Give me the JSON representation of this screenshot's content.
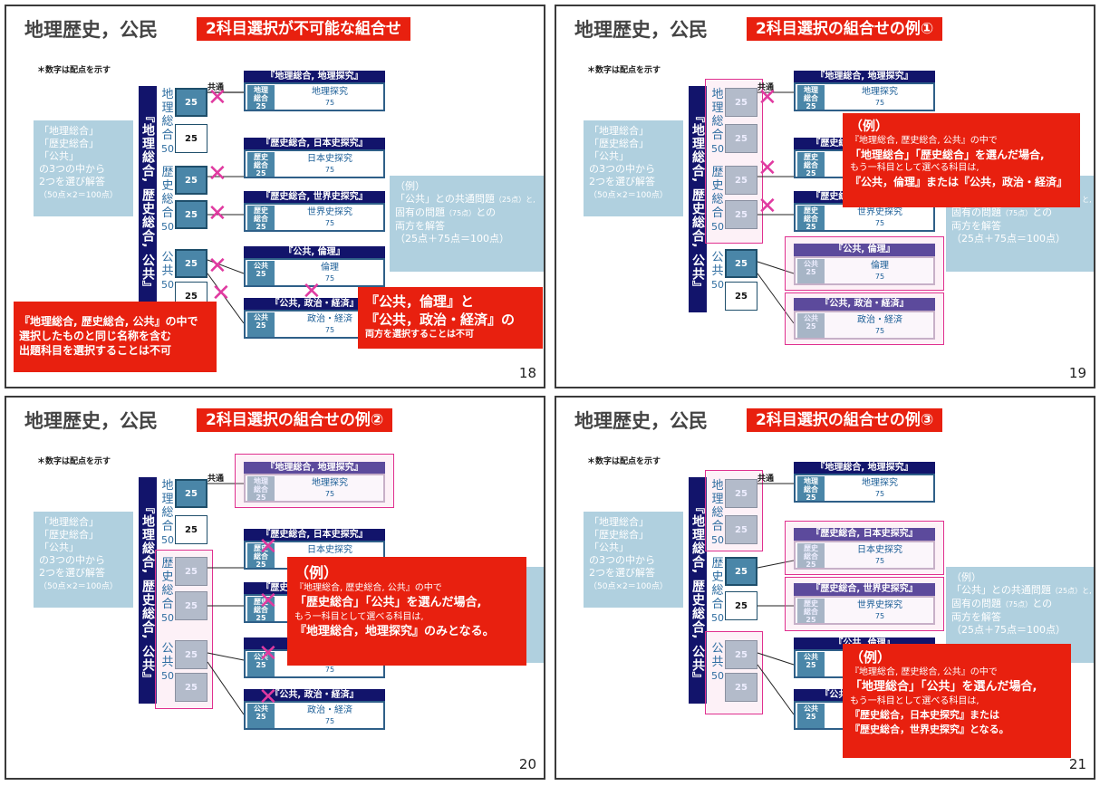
{
  "common": {
    "title": "地理歴史，公民",
    "note": "＊数字は配点を示す",
    "left_box": [
      "「地理総合」",
      "「歴史総合」",
      "「公共」",
      "の3つの中から",
      "2つを選び解答"
    ],
    "left_box_small": "（50点×2＝100点）",
    "vertical_bar": "『地理総合, 歴史総合, 公共』",
    "group_geo": "地理総合",
    "group_his": "歴史総合",
    "group_civ": "公共",
    "fifty": "50",
    "score25": "25",
    "kyotsu": "共通",
    "subjects": [
      {
        "header": "『地理総合, 地理探究』",
        "sub1": "地理",
        "sub2": "総合",
        "name": "地理探究",
        "points": "75"
      },
      {
        "header": "『歴史総合, 日本史探究』",
        "sub1": "歴史",
        "sub2": "総合",
        "name": "日本史探究",
        "points": "75"
      },
      {
        "header": "『歴史総合, 世界史探究』",
        "sub1": "歴史",
        "sub2": "総合",
        "name": "世界史探究",
        "points": "75"
      },
      {
        "header": "『公共, 倫理』",
        "sub1": "公共",
        "sub2": "",
        "name": "倫理",
        "points": "75"
      },
      {
        "header": "『公共, 政治・経済』",
        "sub1": "公共",
        "sub2": "",
        "name": "政治・経済",
        "points": "75"
      }
    ],
    "right_box": [
      "（例）",
      "「公共」との共通問題",
      "固有の問題",
      "との",
      "両方を解答",
      "（25点＋75点＝100点）"
    ],
    "right_small_1": "（25点）と,",
    "right_small_2": "（75点）"
  },
  "slides": [
    {
      "page": "18",
      "badge": "2科目選択が不可能な組合せ",
      "callout_left": [
        "『地理総合, 歴史総合, 公共』の中で",
        "選択したものと同じ名称を含む",
        "出題科目を選択することは不可"
      ],
      "callout_right_1": "『公共，倫理』と",
      "callout_right_2": "『公共，政治・経済』の",
      "callout_right_3": "両方を選択することは不可"
    },
    {
      "page": "19",
      "badge": "2科目選択の組合せの例①",
      "ex_title": "（例）",
      "ex_lines": [
        "『地理総合, 歴史総合, 公共』の中で",
        "「地理総合」「歴史総合」を選んだ場合,",
        "もう一科目として選べる科目は,",
        "『公共，倫理』または『公共，政治・経済』"
      ]
    },
    {
      "page": "20",
      "badge": "2科目選択の組合せの例②",
      "ex_title": "（例）",
      "ex_lines": [
        "『地理総合, 歴史総合, 公共』の中で",
        "「歴史総合」「公共」を選んだ場合,",
        "もう一科目として選べる科目は,",
        "『地理総合，地理探究』のみとなる。"
      ]
    },
    {
      "page": "21",
      "badge": "2科目選択の組合せの例③",
      "ex_title": "（例）",
      "ex_lines": [
        "『地理総合, 歴史総合, 公共』の中で",
        "「地理総合」「公共」を選んだ場合,",
        "もう一科目として選べる科目は,",
        "『歴史総合，日本史探究』または",
        "『歴史総合，世界史探究』となる。"
      ]
    }
  ],
  "colors": {
    "accent_red": "#e8200f",
    "navy": "#12146b",
    "light_blue": "#b0d0df",
    "pink": "#e03aa0"
  }
}
